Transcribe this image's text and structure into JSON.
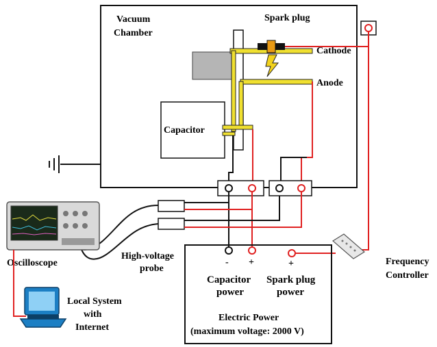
{
  "chamber": {
    "label_line1": "Vacuum",
    "label_line2": "Chamber"
  },
  "components": {
    "spark_plug": "Spark plug",
    "cathode": "Cathode",
    "anode": "Anode",
    "capacitor": "Capacitor"
  },
  "instruments": {
    "oscilloscope": "Oscilloscope",
    "probe_line1": "High-voltage",
    "probe_line2": "probe",
    "frequency_line1": "Frequency",
    "frequency_line2": "Controller"
  },
  "local_system": {
    "line1": "Local System",
    "line2": "with",
    "line3": "Internet"
  },
  "power": {
    "capacitor_line1": "Capacitor",
    "capacitor_line2": "power",
    "spark_line1": "Spark plug",
    "spark_line2": "power",
    "title": "Electric Power",
    "subtitle": "(maximum voltage: 2000 V)",
    "minus_sign": "-",
    "plus_sign_cap": "+",
    "plus_sign_spark": "+"
  },
  "colors": {
    "wire_positive": "#e02020",
    "wire_negative": "#111111",
    "electrode": "#f0e030",
    "monitor": "#1c7fc4"
  }
}
